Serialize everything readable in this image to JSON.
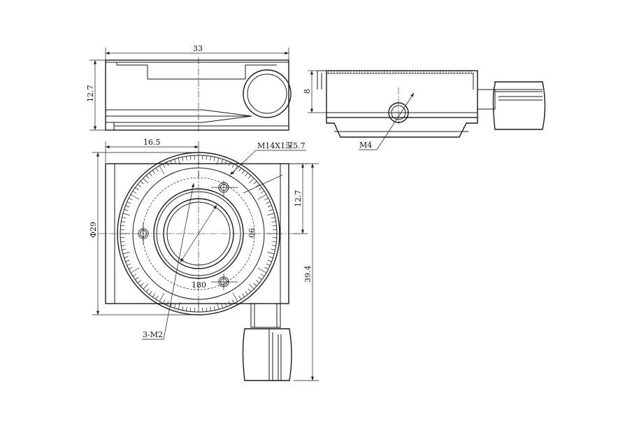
{
  "dimensions": {
    "width_top": "33",
    "height_side": "12.7",
    "height_right": "8",
    "m4": "M4",
    "offset": "16.5",
    "thread": "M14X1深5.7",
    "diameter": "Φ29",
    "height_offset": "12.7",
    "total_height": "39.4",
    "holes": "3-M2",
    "scale_90": "90",
    "scale_180": "180"
  },
  "colors": {
    "line": "#1a1a1a",
    "background": "#ffffff"
  }
}
